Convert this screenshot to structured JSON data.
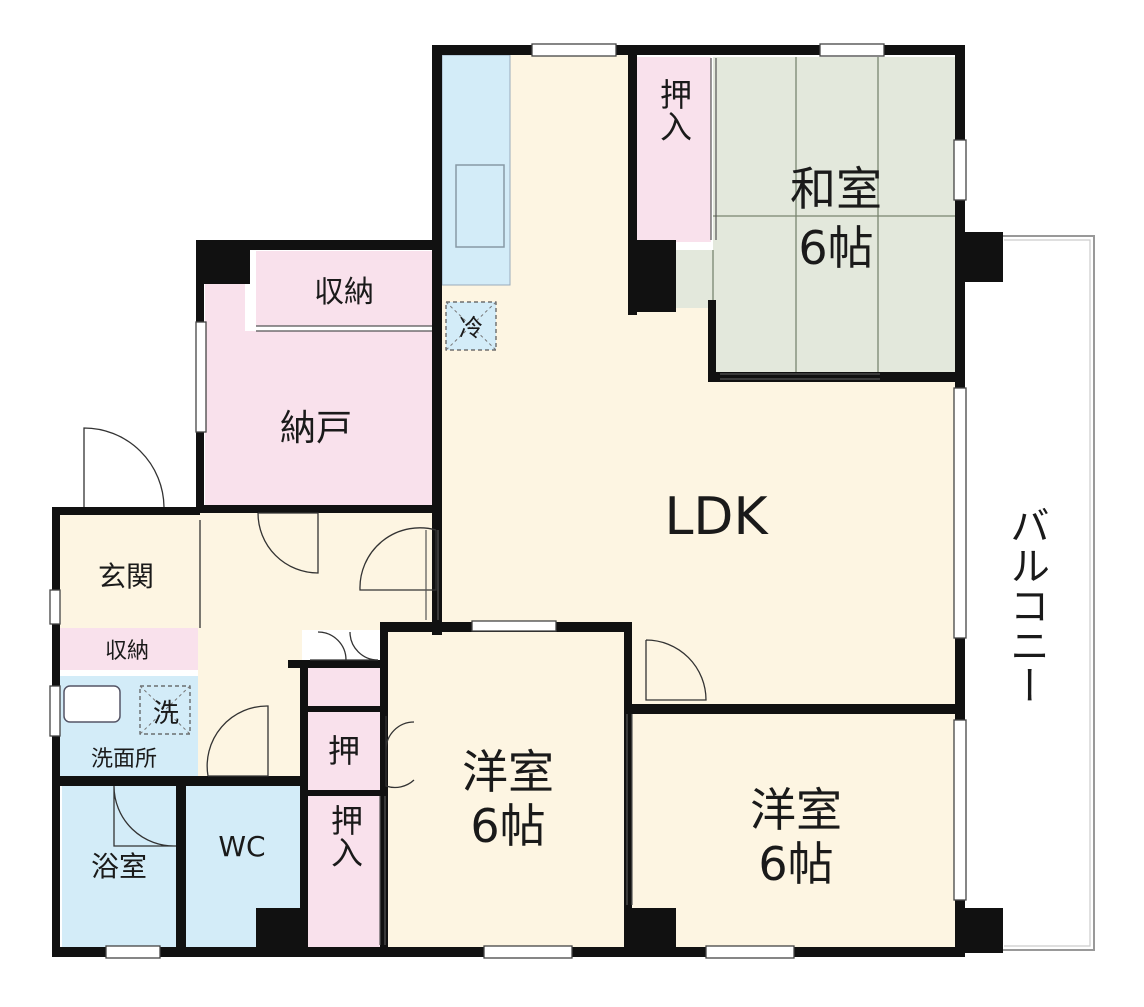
{
  "rooms": {
    "washitsu": {
      "name": "和室",
      "size": "6帖"
    },
    "ldk": {
      "name": "LDK"
    },
    "yoshitsu_center": {
      "name": "洋室",
      "size": "6帖"
    },
    "yoshitsu_right": {
      "name": "洋室",
      "size": "6帖"
    },
    "nando": {
      "name": "納戸"
    },
    "genkan": {
      "name": "玄関"
    },
    "senmenjo": {
      "name": "洗面所"
    },
    "yokushitsu": {
      "name": "浴室"
    },
    "wc": {
      "name": "WC"
    }
  },
  "storage": {
    "oshiire_washitsu": "押入",
    "shuno_top": "収納",
    "shuno_entrance": "収納",
    "oshi_small": "押",
    "oshiire_bottom": "押入"
  },
  "fixtures": {
    "refrigerator": "冷",
    "washer": "洗"
  },
  "balcony": {
    "name": "バルコニー"
  },
  "colors": {
    "ldk_floor": "#fdf5e2",
    "tatami": "#e3e8dc",
    "storage_pink": "#f9e1ec",
    "wet_area_blue": "#d3ecf8",
    "wall": "#111111"
  }
}
